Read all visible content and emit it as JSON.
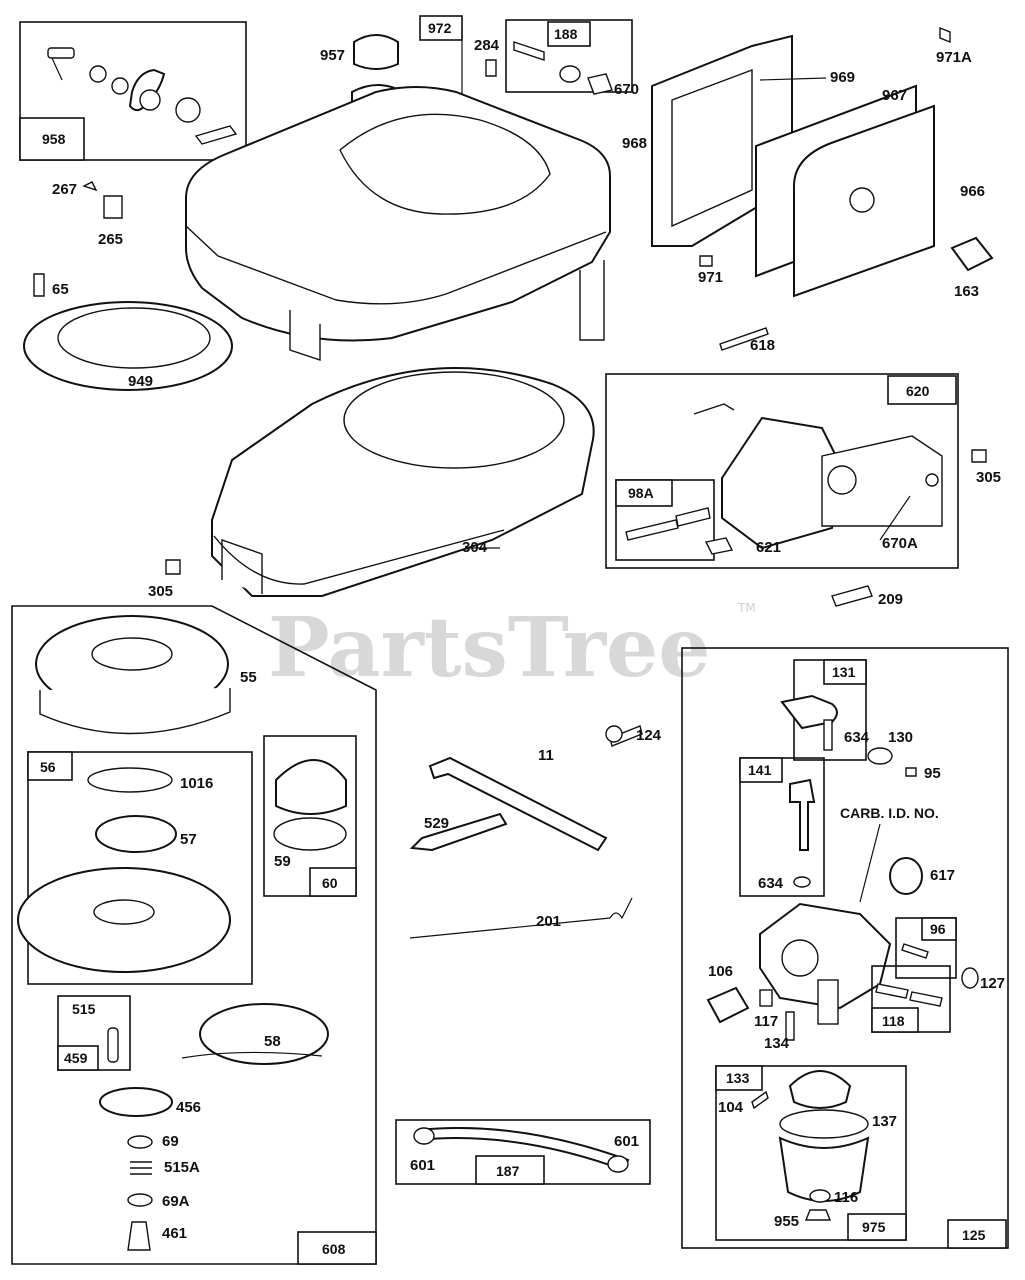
{
  "watermark": {
    "text": "PartsTree",
    "trademark": "TM"
  },
  "carb_note": "CARB. I.D. NO.",
  "labels": {
    "p957": "957",
    "p972": "972",
    "p284": "284",
    "p188": "188",
    "p670": "670",
    "p969": "969",
    "p971A": "971A",
    "p967": "967",
    "p968": "968",
    "p966": "966",
    "p958": "958",
    "p267": "267",
    "p265": "265",
    "p65": "65",
    "p971": "971",
    "p163": "163",
    "p949": "949",
    "p618": "618",
    "p620": "620",
    "p305a": "305",
    "p98A": "98A",
    "p621": "621",
    "p670A": "670A",
    "p304": "304",
    "p305b": "305",
    "p209": "209",
    "p55": "55",
    "p124": "124",
    "p11": "11",
    "p56": "56",
    "p1016": "1016",
    "p57": "57",
    "p59": "59",
    "p60": "60",
    "p529": "529",
    "p201": "201",
    "p131": "131",
    "p634a": "634",
    "p130": "130",
    "p95": "95",
    "p141": "141",
    "p634b": "634",
    "p617": "617",
    "p96": "96",
    "p127": "127",
    "p106": "106",
    "p117": "117",
    "p118": "118",
    "p134": "134",
    "p515": "515",
    "p459": "459",
    "p58": "58",
    "p456": "456",
    "p69": "69",
    "p515A": "515A",
    "p69A": "69A",
    "p461": "461",
    "p608": "608",
    "p601a": "601",
    "p601b": "601",
    "p187": "187",
    "p133": "133",
    "p104": "104",
    "p137": "137",
    "p116": "116",
    "p955": "955",
    "p975": "975",
    "p125": "125"
  }
}
